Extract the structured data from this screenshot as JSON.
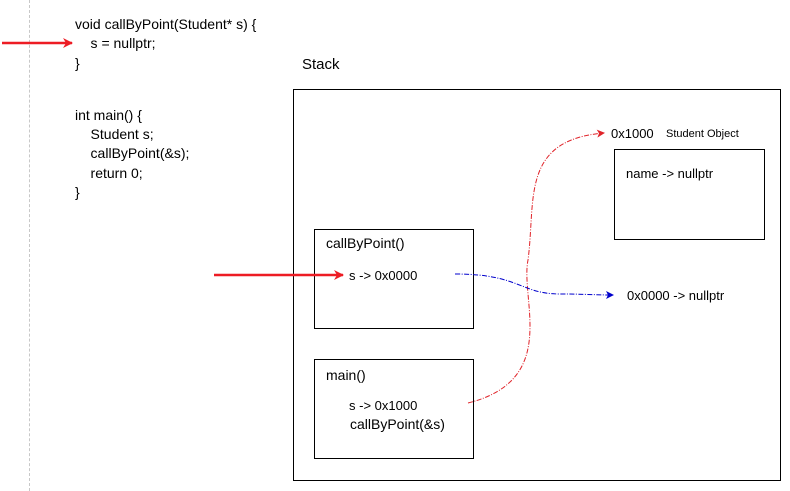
{
  "code": {
    "lines": [
      "void callByPoint(Student* s) {",
      "    s = nullptr;",
      "}",
      "",
      "",
      "int main() {",
      "    Student s;",
      "    callByPoint(&s);",
      "    return 0;",
      "}"
    ]
  },
  "stack": {
    "title": "Stack"
  },
  "frames": {
    "callByPoint": {
      "title": "callByPoint()",
      "line1": "s -> 0x0000"
    },
    "main": {
      "title": "main()",
      "line1": "s -> 0x1000",
      "line2": "callByPoint(&s)"
    }
  },
  "heap": {
    "address": "0x1000",
    "object_label": "Student Object",
    "field": "name -> nullptr"
  },
  "null_target": "0x0000 -> nullptr",
  "colors": {
    "pointer_arrow": "#ed1c24",
    "red_curve": "#e0242a",
    "blue_curve": "#0000cc",
    "border": "#000000"
  }
}
